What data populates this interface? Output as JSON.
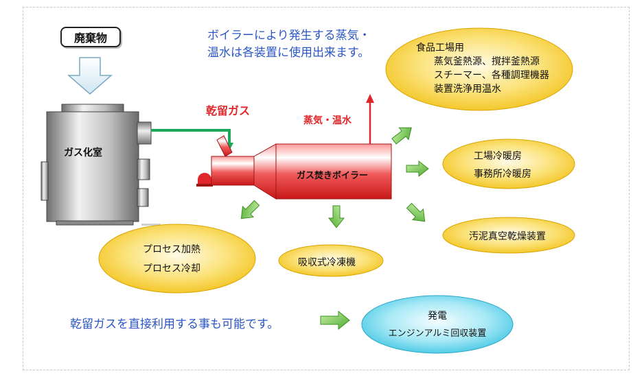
{
  "waste_label": "廃棄物",
  "gasifier_label": "ガス化室",
  "boiler_label": "ガス焚きボイラー",
  "pyrolysis_gas_label": "乾留ガス",
  "steam_label": "蒸気・温水",
  "top_note": [
    "ボイラーにより発生する蒸気・",
    "温水は各装置に使用出来ます。"
  ],
  "bottom_note": "乾留ガスを直接利用する事も可能です。",
  "food_factory": {
    "title": "食品工場用",
    "lines": [
      "蒸気釜熱源、撹拌釜熱源",
      "スチーマー、各種調理機器",
      "装置洗浄用温水"
    ]
  },
  "heating": [
    "工場冷暖房",
    "事務所冷暖房"
  ],
  "sludge_dryer": "汚泥真空乾燥装置",
  "absorption_chiller": "吸収式冷凍機",
  "process": [
    "プロセス加熱",
    "プロセス冷却"
  ],
  "power": [
    "発電",
    "エンジンアルミ回収装置"
  ],
  "colors": {
    "note_blue": "#2a56c6",
    "accent_red": "#e0262b",
    "ellipse_yellow": "#f7d436",
    "ellipse_cyan": "#5fd3ea",
    "arrow_green": "#6cc24a",
    "pipe_green": "#1ba85a"
  }
}
